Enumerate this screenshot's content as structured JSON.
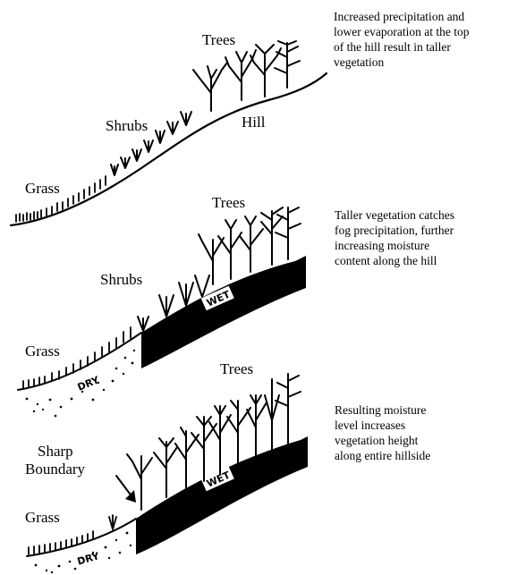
{
  "panels": [
    {
      "labels": {
        "trees": "Trees",
        "shrubs": "Shrubs",
        "hill": "Hill",
        "grass": "Grass"
      },
      "caption": [
        "Increased precipitation and",
        "lower evaporation at the top",
        "of the hill result in taller",
        "vegetation"
      ]
    },
    {
      "labels": {
        "trees": "Trees",
        "shrubs": "Shrubs",
        "grass": "Grass",
        "wet": "WET",
        "dry": "DRY"
      },
      "caption": [
        "Taller vegetation catches",
        "fog precipitation, further",
        "increasing moisture",
        "content along the hill"
      ]
    },
    {
      "labels": {
        "trees": "Trees",
        "sharp_boundary_1": "Sharp",
        "sharp_boundary_2": "Boundary",
        "grass": "Grass",
        "wet": "WET",
        "dry": "DRY"
      },
      "caption": [
        "Resulting moisture",
        "level increases",
        "vegetation  height",
        "along entire hillside"
      ]
    }
  ]
}
